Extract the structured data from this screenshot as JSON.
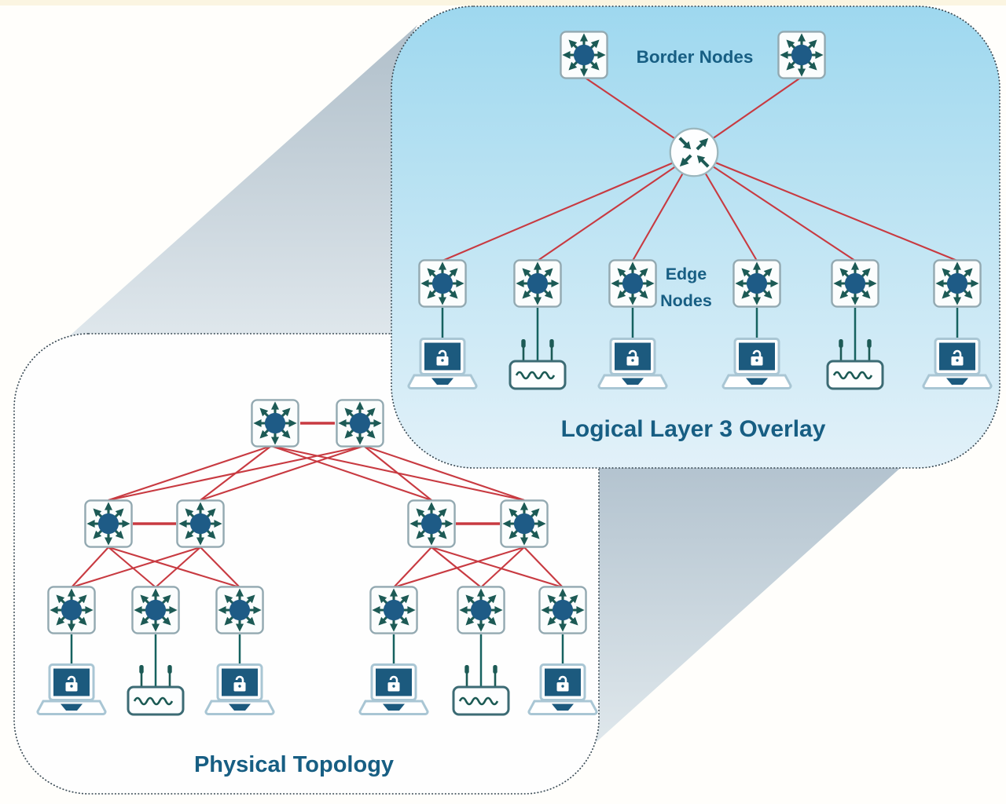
{
  "diagram": {
    "logical_panel": {
      "title": "Logical Layer 3 Overlay",
      "border_nodes_label": "Border Nodes",
      "edge_nodes_label": {
        "line1": "Edge",
        "line2": "Nodes"
      },
      "border_node_count": 2,
      "edge_node_count": 6,
      "central_router_count": 1,
      "endpoints": [
        "secure-laptop",
        "wireless-access-point",
        "secure-laptop",
        "secure-laptop",
        "wireless-access-point",
        "secure-laptop"
      ]
    },
    "physical_panel": {
      "title": "Physical Topology",
      "core_switch_count": 2,
      "distribution_switch_count": 4,
      "access_switch_count": 6,
      "endpoints": [
        "secure-laptop",
        "wireless-access-point",
        "secure-laptop",
        "secure-laptop",
        "wireless-access-point",
        "secure-laptop"
      ]
    },
    "colors": {
      "logical_panel_top": "#9ed8ef",
      "logical_panel_bottom": "#e2f1f9",
      "physical_panel_fill": "#fefefe",
      "link_red": "#c83a41",
      "link_teal": "#166260",
      "switch_hub_blue": "#1e5b86",
      "switch_arrow_teal": "#1c5a55",
      "label_text": "#175e83",
      "dotted_border": "#3d4d57",
      "shadow_band_top": "#b3c2cd",
      "shadow_band_bottom": "#e1e9ed"
    }
  }
}
